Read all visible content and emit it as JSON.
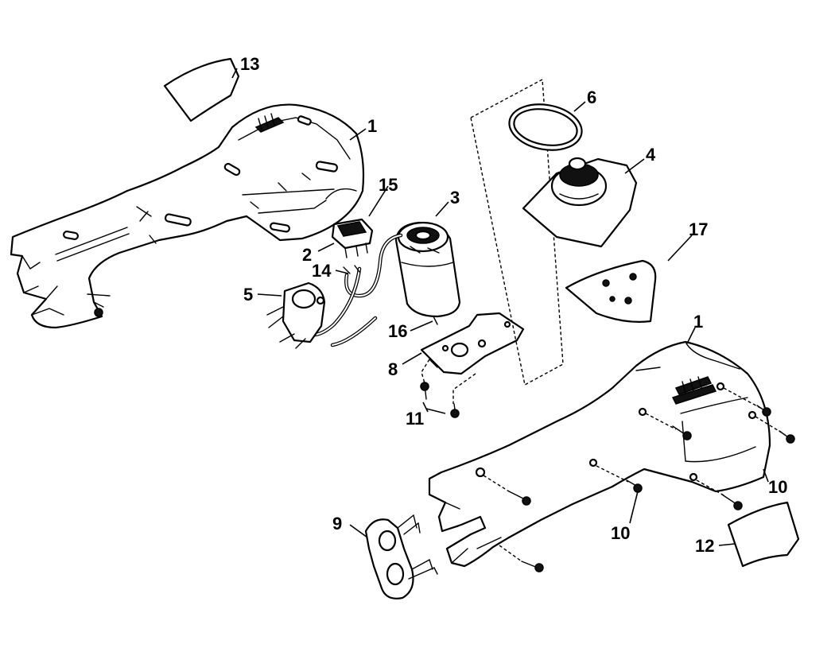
{
  "callouts": {
    "c1a": "1",
    "c1b": "1",
    "c2": "2",
    "c3": "3",
    "c4": "4",
    "c5": "5",
    "c6": "6",
    "c8": "8",
    "c9": "9",
    "c10a": "10",
    "c10b": "10",
    "c11": "11",
    "c12": "12",
    "c13": "13",
    "c14": "14",
    "c15": "15",
    "c16": "16",
    "c17": "17"
  }
}
